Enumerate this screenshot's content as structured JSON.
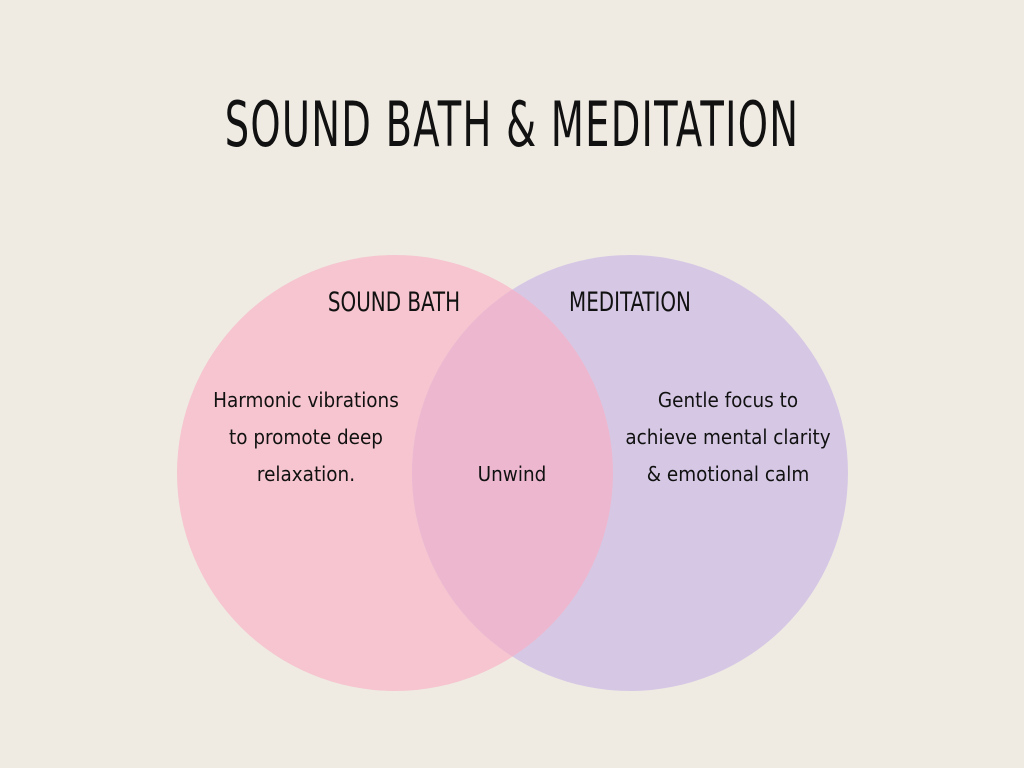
{
  "title": "SOUND BATH & MEDITATION",
  "colors": {
    "background": "#EFEBE3",
    "left_circle": "#F6C5CF",
    "right_circle": "#D6C8E5",
    "overlap": "#EDB8CF"
  },
  "venn": {
    "left": {
      "title": "SOUND BATH",
      "description_lines": [
        "Harmonic vibrations",
        "to promote deep",
        "relaxation."
      ]
    },
    "right": {
      "title": "MEDITATION",
      "description_lines": [
        "Gentle focus to",
        "achieve mental clarity",
        "& emotional calm"
      ]
    },
    "overlap": {
      "label": "Unwind"
    }
  }
}
